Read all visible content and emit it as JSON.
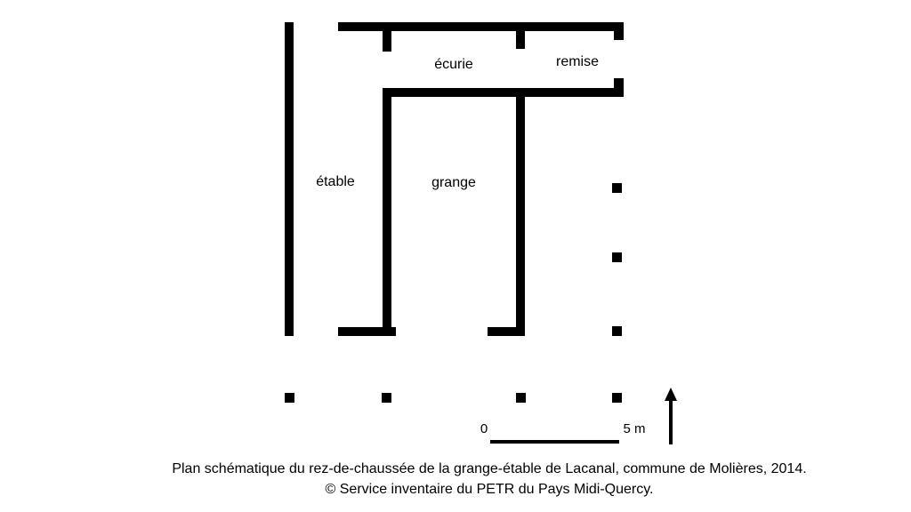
{
  "plan": {
    "rooms": {
      "ecurie": "écurie",
      "remise": "remise",
      "etable": "étable",
      "grange": "grange"
    },
    "scale": {
      "start": "0",
      "end": "5 m"
    },
    "north_arrow": "arrow-up-icon",
    "colors": {
      "ink": "#000000",
      "background": "#ffffff"
    }
  },
  "caption": {
    "line1": "Plan schématique du rez-de-chaussée de la grange-étable de Lacanal, commune de Molières, 2014.",
    "line2": "© Service inventaire du PETR du Pays Midi-Quercy."
  }
}
